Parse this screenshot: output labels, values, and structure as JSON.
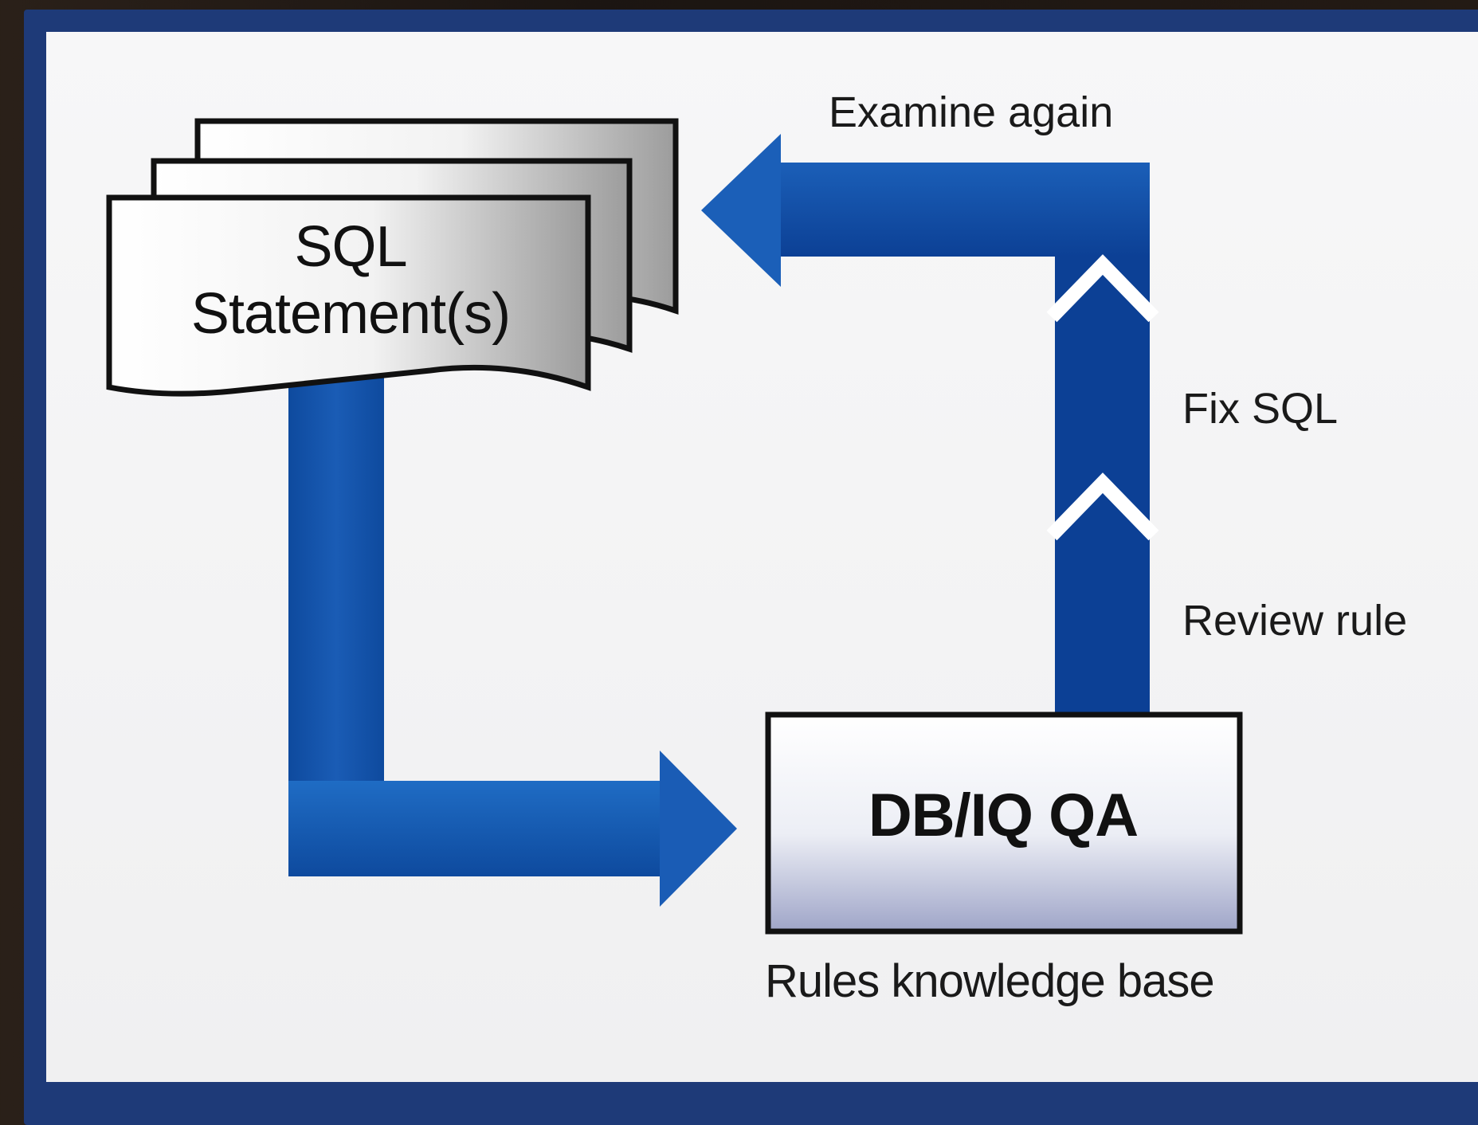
{
  "document": {
    "line1": "SQL",
    "line2": "Statement(s)"
  },
  "qa_box": {
    "title": "DB/IQ QA",
    "caption": "Rules knowledge base"
  },
  "labels": {
    "examine_again": "Examine again",
    "fix_sql": "Fix SQL",
    "review_rule": "Review rule"
  },
  "colors": {
    "arrow_dark": "#0c4095",
    "arrow_light": "#1f6cc4",
    "frame": "#1e3a78",
    "panel": "#f2f2f3"
  }
}
